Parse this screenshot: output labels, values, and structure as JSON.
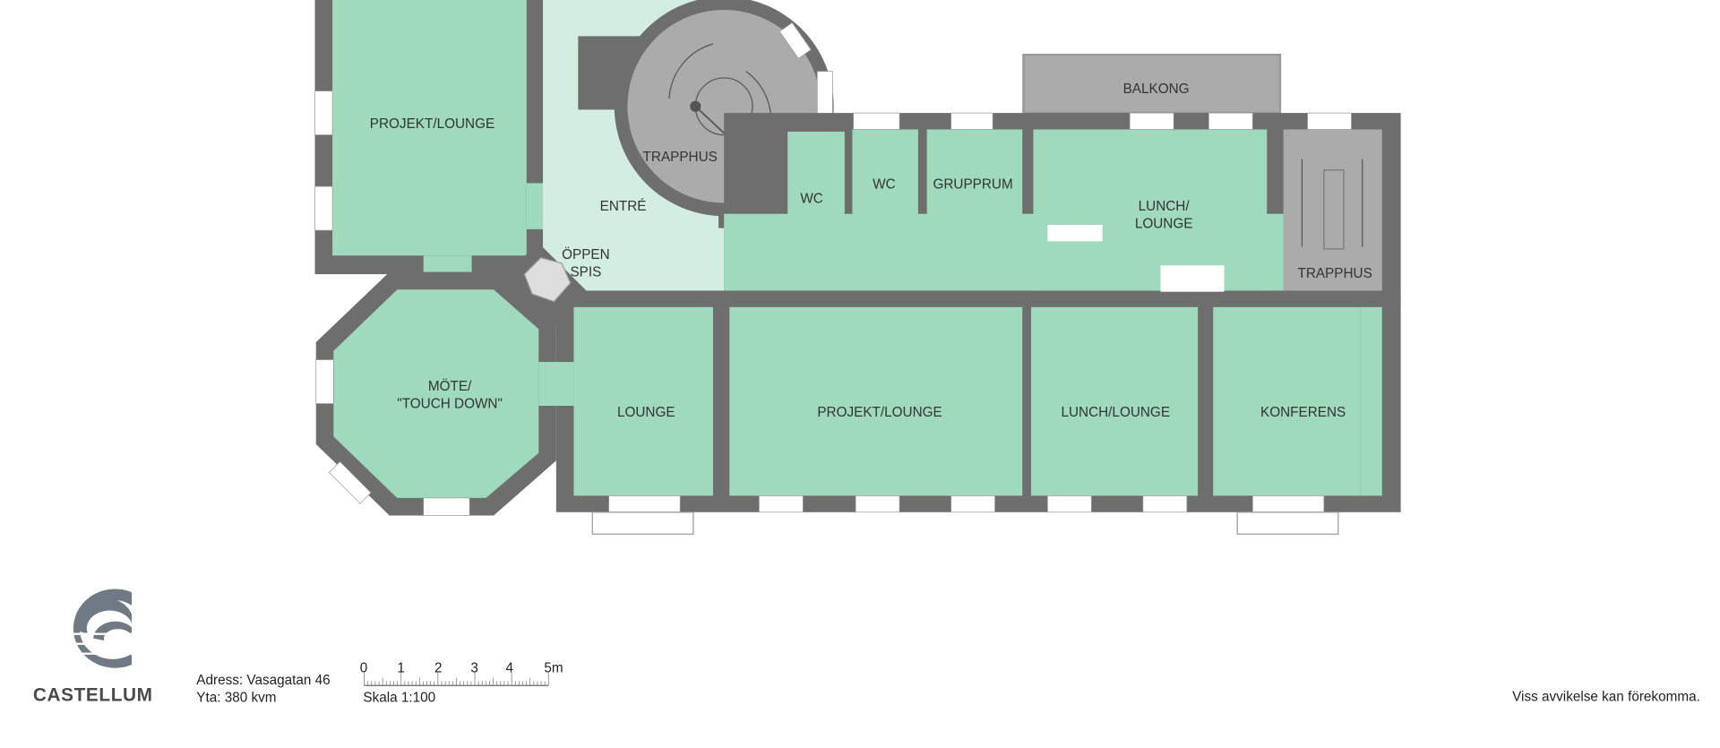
{
  "rooms": {
    "projekt_lounge_upper": "PROJEKT/LOUNGE",
    "trapphus_round": "TRAPPHUS",
    "entre": "ENTRÉ",
    "oppen_spis_1": "ÖPPEN",
    "oppen_spis_2": "SPIS",
    "wc_small": "WC",
    "wc": "WC",
    "grupprum": "GRUPPRUM",
    "balkong": "BALKONG",
    "lunch_lounge_upper_1": "LUNCH/",
    "lunch_lounge_upper_2": "LOUNGE",
    "trapphus_right": "TRAPPHUS",
    "mote_1": "MÖTE/",
    "mote_2": "\"TOUCH DOWN\"",
    "lounge": "LOUNGE",
    "projekt_lounge_lower": "PROJEKT/LOUNGE",
    "lunch_lounge_lower": "LUNCH/LOUNGE",
    "konferens": "KONFERENS"
  },
  "footer": {
    "brand": "CASTELLUM",
    "address": "Adress: Vasagatan 46",
    "area": "Yta: 380 kvm",
    "scale_ticks": [
      "0",
      "1",
      "2",
      "3",
      "4",
      "5m"
    ],
    "scale": "Skala 1:100",
    "disclaimer": "Viss avvikelse kan förekomma."
  },
  "colors": {
    "room": "#9fdabd",
    "entre": "#d3eee1",
    "wall": "#6e6e6e",
    "stair": "#ababab"
  }
}
